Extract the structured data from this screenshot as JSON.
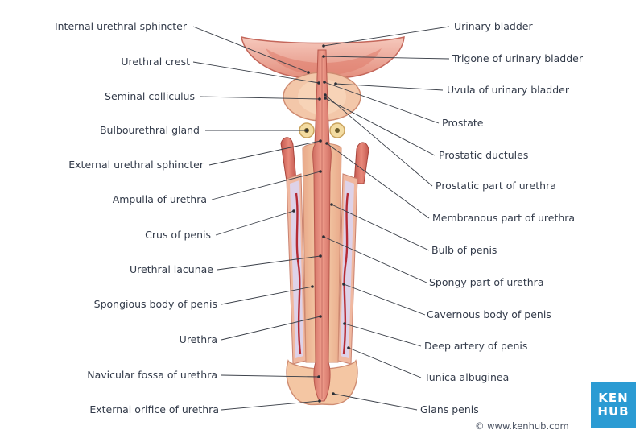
{
  "labels_left": [
    "Internal urethral sphincter",
    "Urethral crest",
    "Seminal colliculus",
    "Bulbourethral gland",
    "External urethral sphincter",
    "Ampulla of urethra",
    "Crus of penis",
    "Urethral lacunae",
    "Spongious body of penis",
    "Urethra",
    "Navicular fossa of urethra",
    "External orifice of urethra"
  ],
  "labels_right": [
    "Urinary bladder",
    "Trigone of urinary bladder",
    "Uvula of urinary bladder",
    "Prostate",
    "Prostatic ductules",
    "Prostatic part of urethra",
    "Membranous part of urethra",
    "Bulb of penis",
    "Spongy part of urethra",
    "Cavernous body of penis",
    "Deep artery of penis",
    "Tunica albuginea",
    "Glans penis"
  ],
  "copyright": "© www.kenhub.com",
  "logo": {
    "line1": "KEN",
    "line2": "HUB",
    "color": "#2b9bd3"
  },
  "colors": {
    "tissue_dark": "#c9605a",
    "tissue_mid": "#e8978a",
    "tissue_light": "#f2c7a4",
    "cavernous": "#dcd0e6",
    "artery": "#b52a34",
    "leader": "#3a3f48"
  }
}
